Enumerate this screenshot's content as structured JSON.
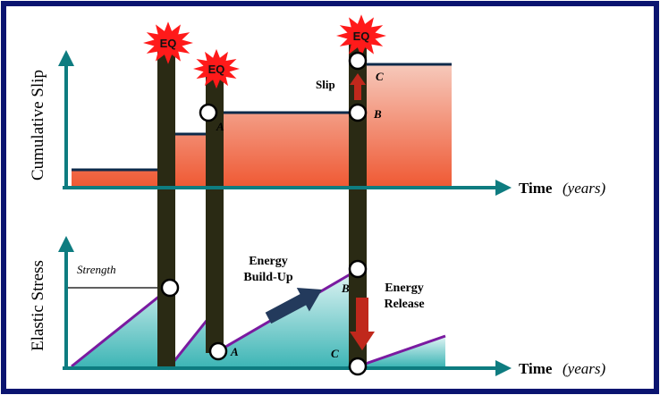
{
  "colors": {
    "border": "#0a1470",
    "axis": "#0e7c80",
    "slip_line": "#0d2a4a",
    "slip_fill_top": "#f4b7a6",
    "slip_fill_bottom": "#f0603a",
    "stress_fill_top": "#d9f1f1",
    "stress_fill_bottom": "#44b9b9",
    "stress_line": "#7a1aa0",
    "event_bar": "#2a2a14",
    "eq_burst": "#ff1a1a",
    "arrow_red": "#c0281c",
    "arrow_navy": "#233a5c"
  },
  "top_panel": {
    "ylabel": "Cumulative Slip",
    "xlabel_main": "Time",
    "xlabel_unit": "(years)",
    "eq_labels": [
      "EQ",
      "EQ",
      "EQ"
    ],
    "slip_label": "Slip",
    "point_labels": {
      "a": "A",
      "b": "B",
      "c": "C"
    }
  },
  "bottom_panel": {
    "ylabel": "Elastic Stress",
    "xlabel_main": "Time",
    "xlabel_unit": "(years)",
    "strength_label": "Strength",
    "buildup_label_line1": "Energy",
    "buildup_label_line2": "Build-Up",
    "release_label_line1": "Energy",
    "release_label_line2": "Release",
    "point_labels": {
      "a": "A",
      "b": "B",
      "c": "C"
    }
  }
}
